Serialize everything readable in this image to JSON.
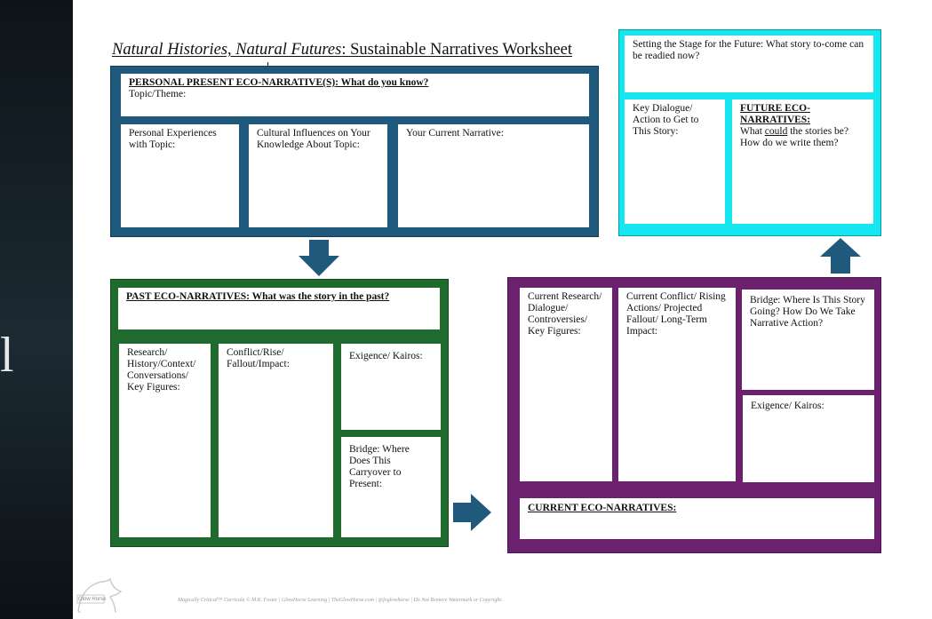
{
  "backdrop": {
    "edge_char": "l"
  },
  "title": {
    "italic_part": "Natural Histories, Natural Futures",
    "rest": ": Sustainable Narratives Worksheet"
  },
  "personal": {
    "heading": "PERSONAL PRESENT ECO-NARRATIVE(S): What do you know?",
    "topic_label": "Topic/Theme:",
    "experiences": "Personal Experiences with Topic:",
    "cultural": "Cultural Influences on Your Knowledge About Topic:",
    "current_narrative": "Your Current Narrative:"
  },
  "past": {
    "heading": "PAST ECO-NARRATIVES: What was the story in the past?",
    "research": "Research/ History/Context/ Conversations/ Key Figures:",
    "conflict": "Conflict/Rise/ Fallout/Impact:",
    "exigence": "Exigence/ Kairos:",
    "bridge": "Bridge: Where Does This Carryover to Present:"
  },
  "current": {
    "research": "Current Research/ Dialogue/ Controversies/ Key Figures:",
    "conflict": "Current Conflict/ Rising Actions/ Projected Fallout/ Long-Term Impact:",
    "bridge": "Bridge: Where Is This Story Going? How Do We Take Narrative Action?",
    "exigence": "Exigence/ Kairos:",
    "heading": "CURRENT ECO-NARRATIVES:"
  },
  "future": {
    "setting": "Setting the Stage for the Future: What story to-come can be readied now?",
    "dialogue": "Key Dialogue/ Action to Get to This Story:",
    "heading": "FUTURE ECO-NARRATIVES:",
    "question_pre": "What ",
    "question_could": "could",
    "question_post": " the stories be? How do we write them?"
  },
  "footer": {
    "logo_text": "Glow Horse",
    "watermark": "Magically Critical™ Curricula © M.K. Foster | GlowHorse Learning | TheGlowHorse.com | @foglowhorse | Do Not Remove Watermark or Copyright."
  },
  "colors": {
    "personal": "#1f5a7c",
    "past": "#1f6b2d",
    "current": "#6b216e",
    "future": "#16e6ef"
  }
}
